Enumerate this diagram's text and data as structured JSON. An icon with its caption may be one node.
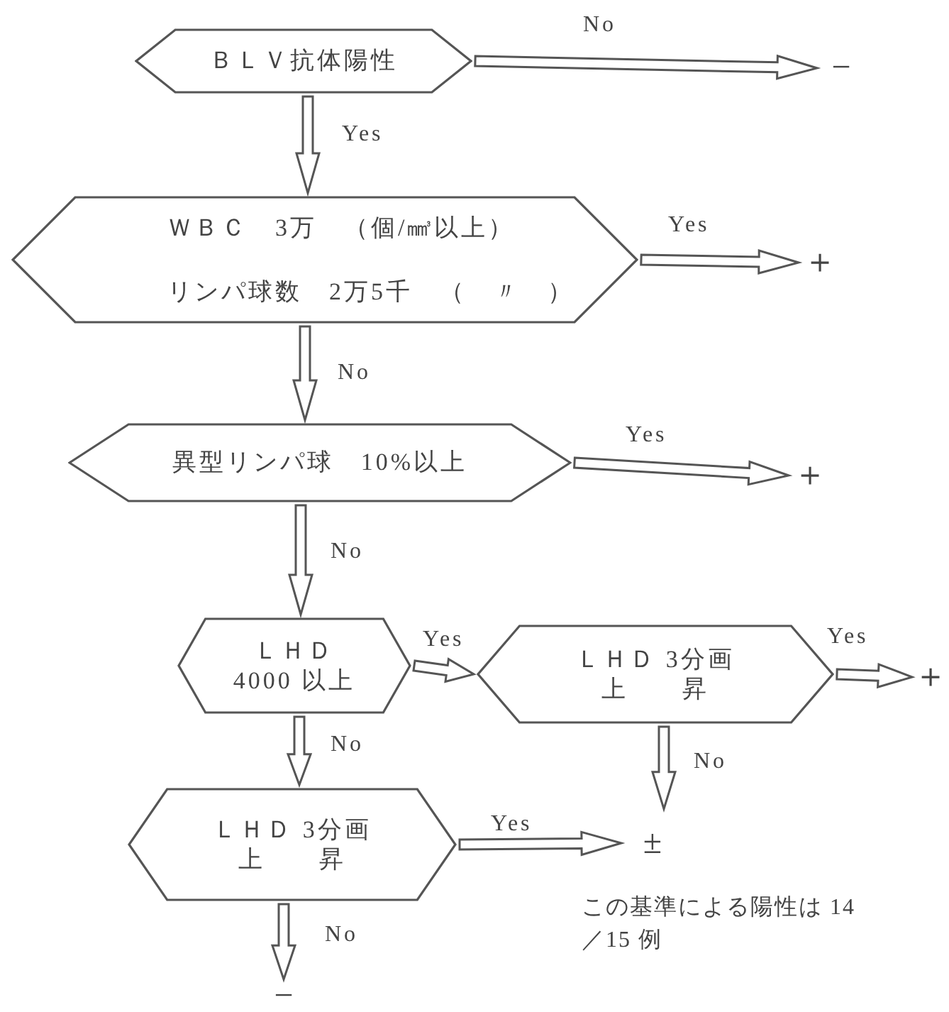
{
  "diagram": {
    "nodes": [
      {
        "text": [
          "ＢＬＶ抗体陽性"
        ]
      },
      {
        "text": [
          "−"
        ]
      },
      {
        "text": [
          "ＷＢＣ　3万　（個/㎣以上）",
          "リンパ球数　2万5千　（　〃　）"
        ]
      },
      {
        "text": [
          "＋"
        ]
      },
      {
        "text": [
          "異型リンパ球　10%以上"
        ]
      },
      {
        "text": [
          "＋"
        ]
      },
      {
        "text": [
          "ＬＨＤ",
          "4000 以上"
        ]
      },
      {
        "text": [
          "ＬＨＤ 3分画",
          "上　　昇"
        ]
      },
      {
        "text": [
          "＋"
        ]
      },
      {
        "text": [
          "ＬＨＤ 3分画",
          "上　　昇"
        ]
      },
      {
        "text": [
          "±"
        ],
        "beside": [
          "この基準による陽性は 14／15 例"
        ]
      },
      {
        "text": [
          "−"
        ]
      }
    ],
    "edges": [
      {
        "from": 0,
        "to": 1,
        "arrow": "to",
        "label": "No"
      },
      {
        "from": 0,
        "to": 2,
        "arrow": "to",
        "label": "Yes"
      },
      {
        "from": 2,
        "to": 3,
        "arrow": "to",
        "label": "Yes"
      },
      {
        "from": 2,
        "to": 4,
        "arrow": "to",
        "label": "No"
      },
      {
        "from": 4,
        "to": 5,
        "arrow": "to",
        "label": "Yes"
      },
      {
        "from": 4,
        "to": 6,
        "arrow": "to",
        "label": "No"
      },
      {
        "from": 6,
        "to": 7,
        "arrow": "to",
        "label": "Yes"
      },
      {
        "from": 7,
        "to": 8,
        "arrow": "to",
        "label": "Yes"
      },
      {
        "from": 7,
        "to": 10,
        "arrow": "to",
        "label": "No"
      },
      {
        "from": 6,
        "to": 9,
        "arrow": "to",
        "label": "No"
      },
      {
        "from": 9,
        "to": 10,
        "arrow": "to",
        "label": "Yes"
      },
      {
        "from": 9,
        "to": 11,
        "arrow": "to",
        "label": "No"
      }
    ]
  }
}
